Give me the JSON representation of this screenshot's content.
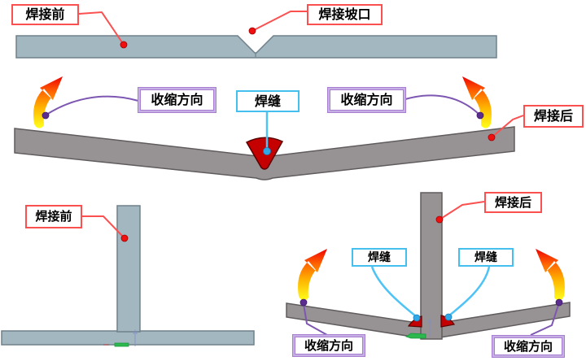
{
  "labels": {
    "before_weld": "焊接前",
    "weld_groove": "焊接坡口",
    "shrink_direction": "收缩方向",
    "weld_seam": "焊缝",
    "after_weld": "焊接后"
  },
  "colors": {
    "red_accent": "#fb5050",
    "red_dot": "#f01010",
    "purple_accent": "#a87fd0",
    "purple_line": "#7e57b2",
    "purple_dot": "#5c2d91",
    "cyan_accent": "#45c0ee",
    "cyan_line": "#4ec3f5",
    "cyan_dot": "#2fa8e8",
    "weld_red": "#c40000",
    "weld_border": "#5a0000",
    "plate_blue": "#a3b7c1",
    "plate_blue_border": "#70808a",
    "plate_gray": "#979293",
    "plate_gray_border": "#605c5d",
    "green_marker": "#2db84d",
    "arrow_gradient": [
      "#ffff1a",
      "#ffb300",
      "#ff6600",
      "#ee0000"
    ]
  }
}
